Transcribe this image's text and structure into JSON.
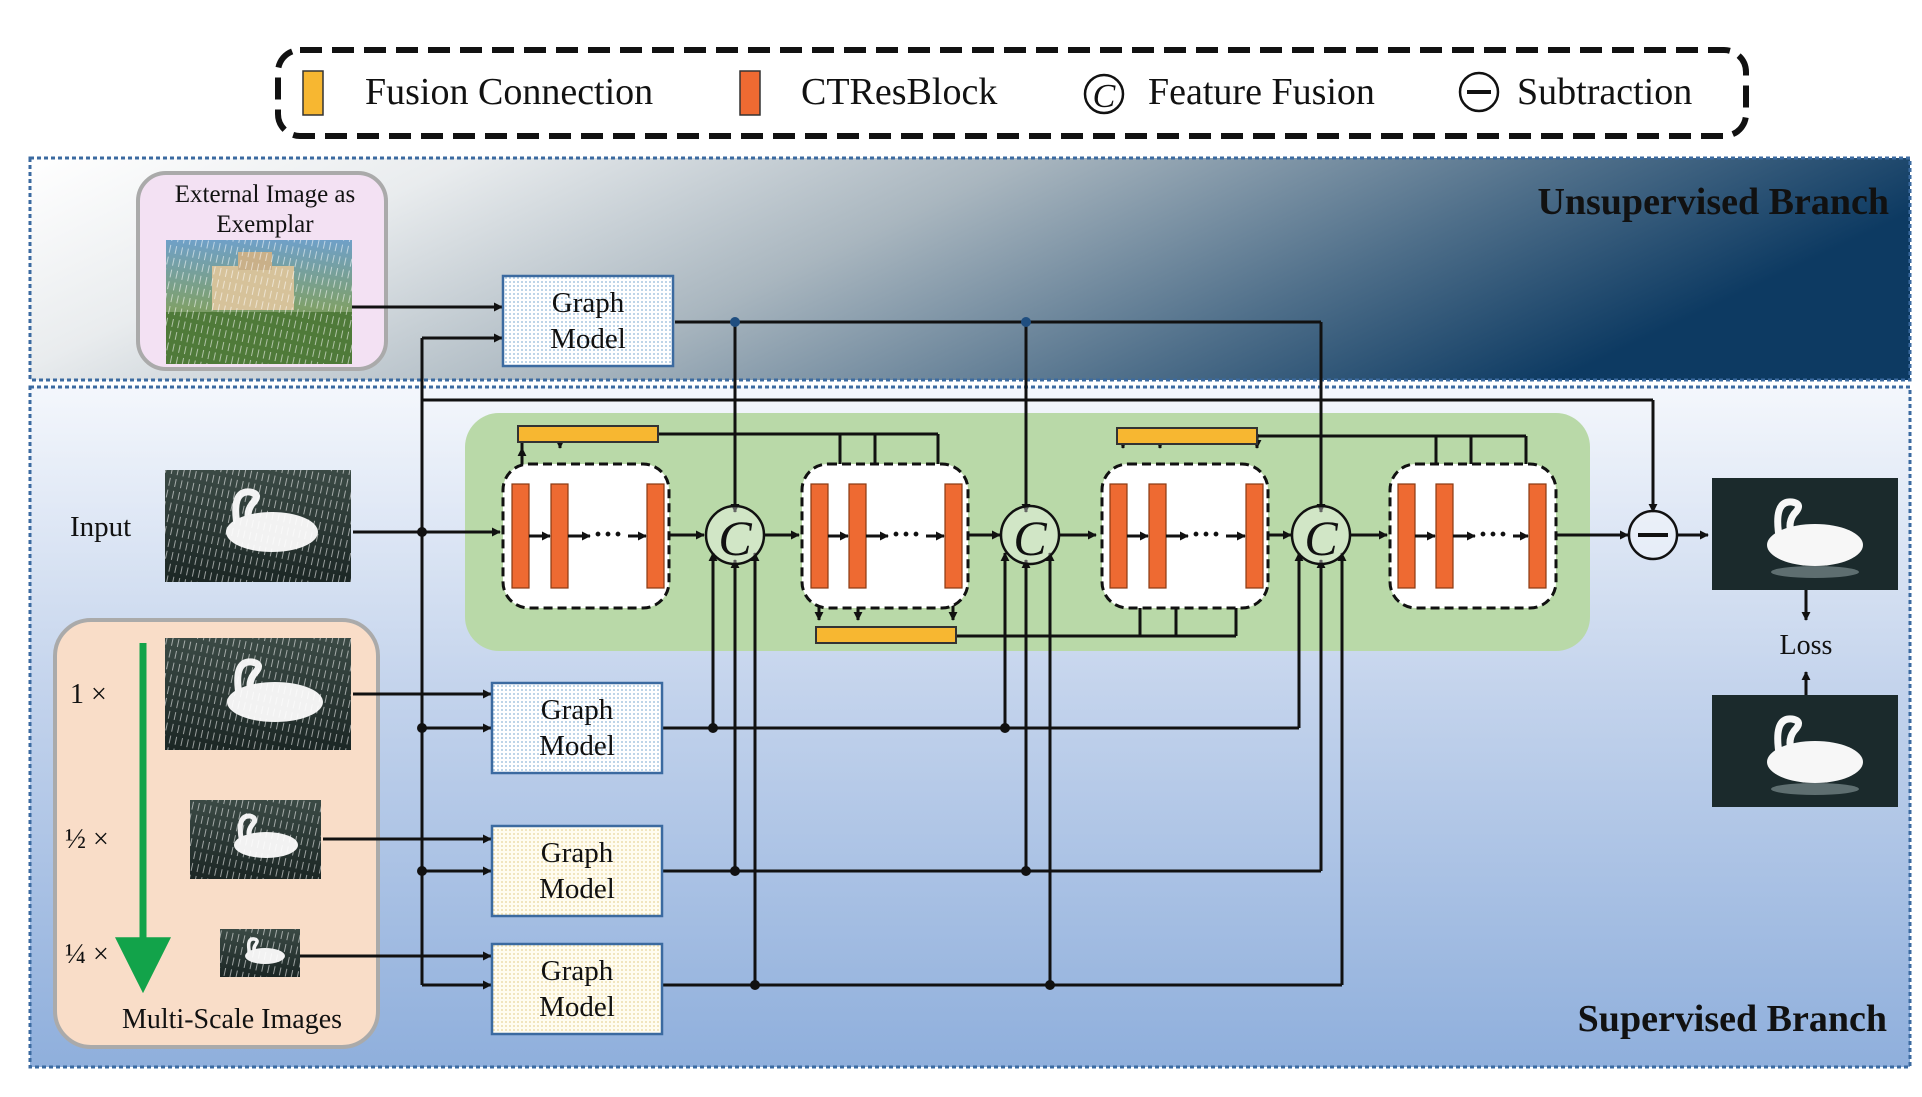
{
  "legend": {
    "fusion_connection": "Fusion Connection",
    "ctresblock": "CTResBlock",
    "feature_fusion": "Feature Fusion",
    "subtraction": "Subtraction"
  },
  "branches": {
    "unsupervised": "Unsupervised Branch",
    "supervised": "Supervised Branch"
  },
  "exemplar": {
    "line1": "External Image as",
    "line2": "Exemplar"
  },
  "graph_model": {
    "line1": "Graph",
    "line2": "Model"
  },
  "input_label": "Input",
  "scales": {
    "s1": "1 ×",
    "s2": "½ ×",
    "s4": "¼ ×"
  },
  "multiscale_label": "Multi-Scale Images",
  "loss_label": "Loss",
  "fusion_symbol": "C",
  "ellipsis": "···",
  "colors": {
    "fusion_connection": "#f7b731",
    "ctresblock": "#ee6a32",
    "green_panel": "#b9d9a8",
    "exemplar_bg": "#f3e1f3",
    "multiscale_bg": "#f9ddc8",
    "arrow_green": "#12a34a",
    "unsup_dark": "#0d3a62"
  }
}
